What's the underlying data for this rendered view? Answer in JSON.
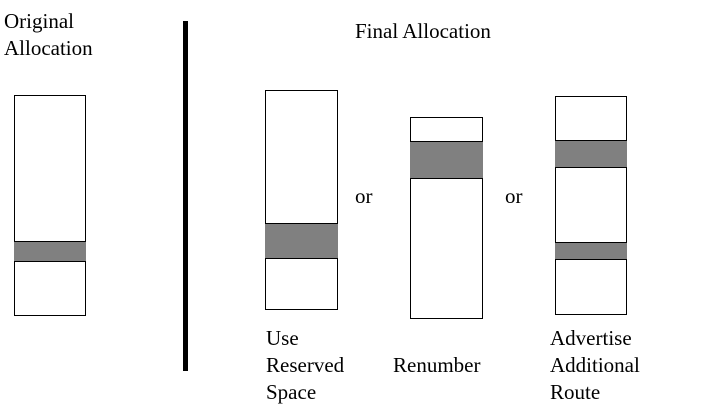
{
  "page": {
    "background_color": "#ffffff",
    "text_color": "#000000",
    "segment_color": "#808080",
    "outline_color": "#000000"
  },
  "headings": {
    "original": "Original\nAllocation",
    "final": "Final Allocation"
  },
  "connectors": {
    "or_first": "or",
    "or_second": "or"
  },
  "diagram": {
    "original_bar": {
      "label": "",
      "allocated_segments": 1
    },
    "options": [
      {
        "label": "Use\nReserved\nSpace",
        "allocated_segments": 1
      },
      {
        "label": "Renumber",
        "allocated_segments": 1
      },
      {
        "label": "Advertise\nAdditional\nRoute",
        "allocated_segments": 2
      }
    ]
  }
}
